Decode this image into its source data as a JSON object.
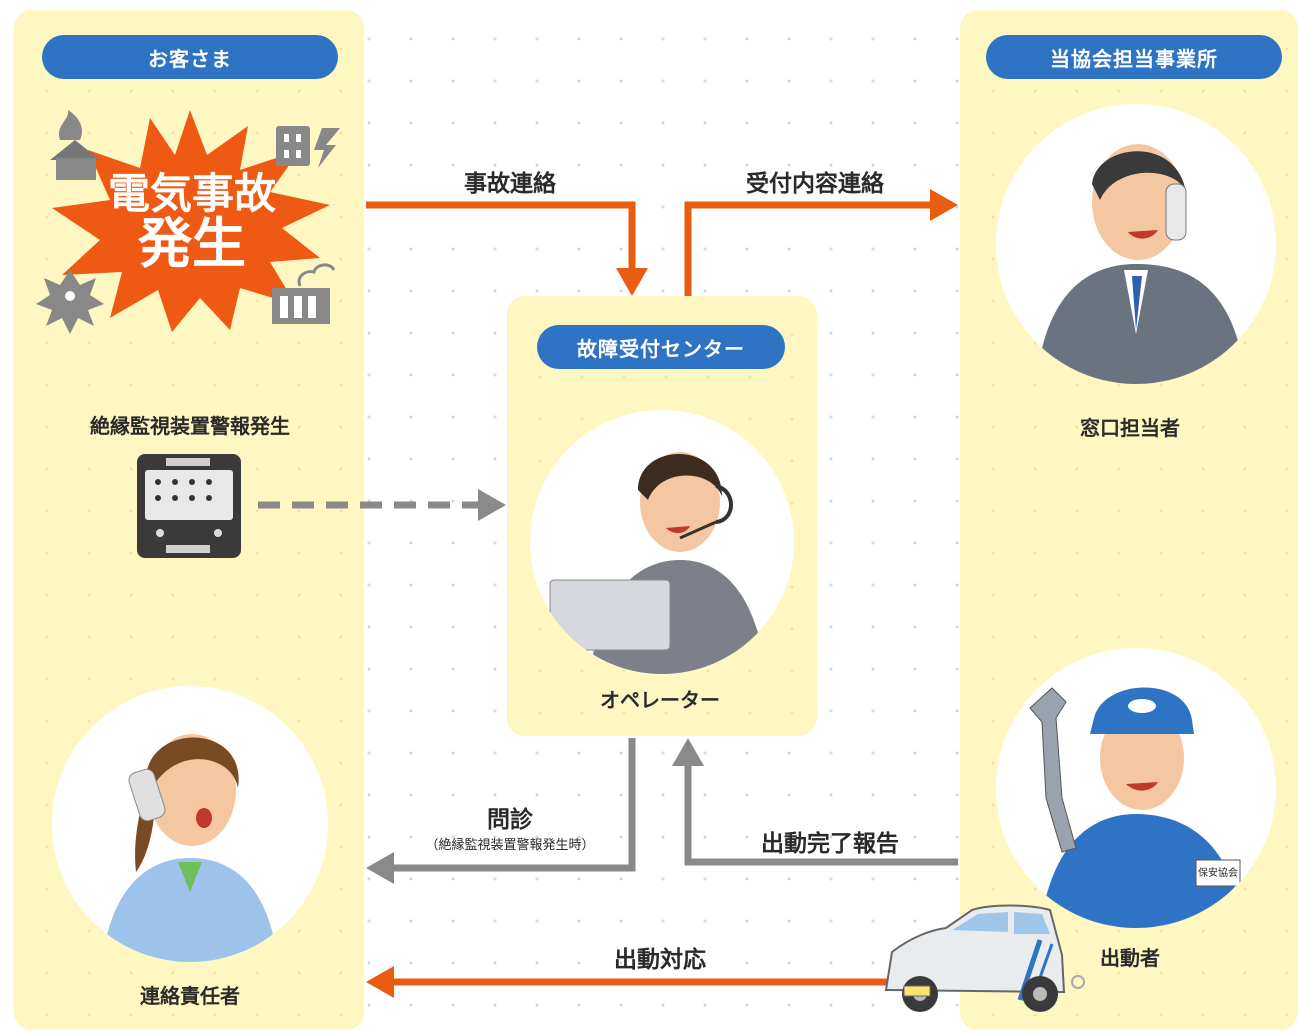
{
  "customer": {
    "header": "お客さま",
    "incident_line1": "電気事故",
    "incident_line2": "発生",
    "alarm_label": "絶縁監視装置警報発生",
    "contact_person": "連絡責任者"
  },
  "center": {
    "header": "故障受付センター",
    "operator": "オペレーター"
  },
  "office": {
    "header": "当協会担当事業所",
    "window_staff": "窓口担当者",
    "dispatcher": "出動者",
    "badge": "保安協会"
  },
  "arrows": {
    "accident_contact": "事故連絡",
    "reception_contact": "受付内容連絡",
    "inquiry": "問診",
    "inquiry_note": "（絶縁監視装置警報発生時）",
    "dispatch_report": "出動完了報告",
    "dispatch_response": "出動対応"
  },
  "colors": {
    "panel": "#fff7c2",
    "header_blue": "#2f73c4",
    "arrow_orange": "#e85d12",
    "arrow_gray": "#8a8a8a",
    "burst_orange": "#ee5a14"
  },
  "icons": [
    "burning-house-icon",
    "outlet-icon",
    "electric-shock-icon",
    "factory-icon",
    "alarm-device-icon",
    "car-icon"
  ]
}
